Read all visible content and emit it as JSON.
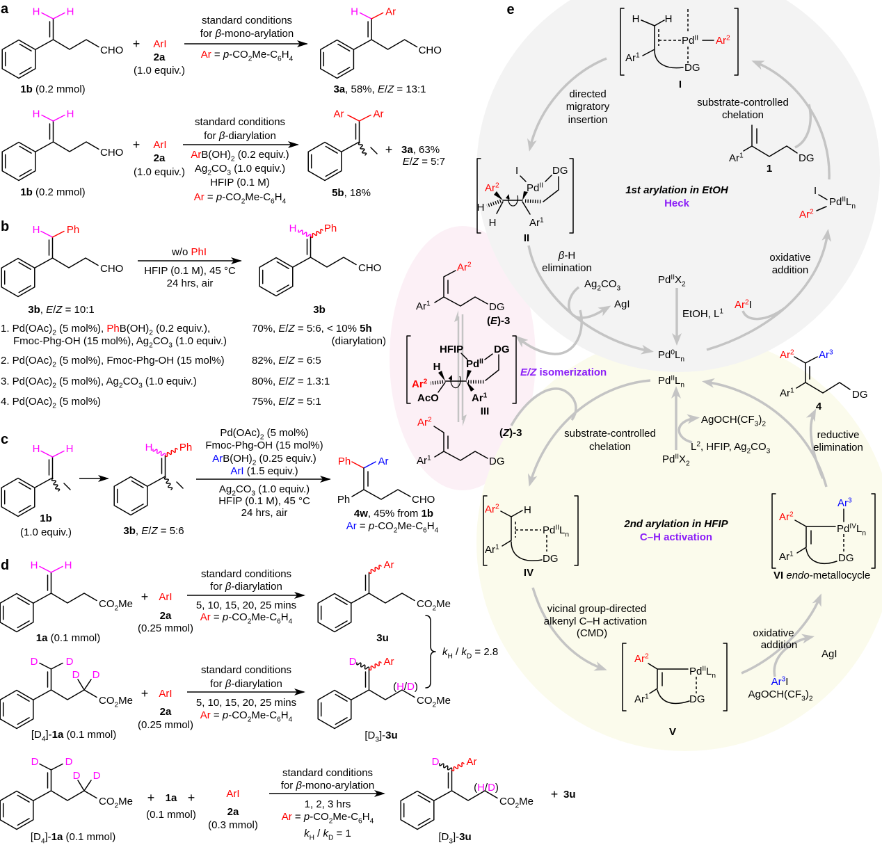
{
  "colors": {
    "red": "#ff0000",
    "blue": "#0000ff",
    "magenta": "#ff00ff",
    "purple": "#8b1ef7",
    "arrow_gray": "#c4c4c4",
    "cycle1_background": "#f3f3f3",
    "cycle2_background": "#fbfbec",
    "isomerization_background": "#fcf0f6"
  },
  "panel_labels": {
    "a": "a",
    "b": "b",
    "c": "c",
    "d": "d",
    "e": "e"
  },
  "panel_a": {
    "row1": {
      "substrate": {
        "h_left": "{m|H}",
        "h_right": "{m|H}",
        "terminal_group": "CHO",
        "label": "{B|1b} (0.2 mmol)"
      },
      "plus": "+",
      "reagent": {
        "formula": "{r|ArI}",
        "id": "{B|2a}",
        "amount": "(1.0 equiv.)"
      },
      "conditions": [
        "standard conditions",
        "for {i|β}-mono-arylation",
        "{r|Ar} = {i|p}-CO_{2}Me-C_{6}H_{4}"
      ],
      "product": {
        "h": "{m|H}",
        "aryl": "{r|Ar}",
        "terminal_group": "CHO",
        "label": "{B|3a}, 58%, {i|E}/{i|Z} = 13:1"
      }
    },
    "row2": {
      "substrate": {
        "h_left": "{m|H}",
        "h_right": "{m|H}",
        "terminal_group": "CHO",
        "label": "{B|1b} (0.2 mmol)"
      },
      "plus": "+",
      "reagent": {
        "formula": "{r|ArI}",
        "id": "{B|2a}",
        "amount": "(1.0 equiv.)"
      },
      "conditions": [
        "standard conditions",
        "for {i|β}-diarylation",
        "{r|Ar}B(OH)_{2} (0.2 equiv.)",
        "Ag_{2}CO_{3} (1.0 equiv.)",
        "HFIP (0.1 M)",
        "{r|Ar} = {i|p}-CO_{2}Me-C_{6}H_{4}"
      ],
      "product": {
        "aryl_left": "{r|Ar}",
        "aryl_right": "{r|Ar}",
        "label": "{B|5b}, 18%"
      },
      "plus_2": "+",
      "side_product": "{B|3a}, 63%",
      "side_product_ratio": "{i|E}/{i|Z} = 5:7"
    }
  },
  "panel_b": {
    "substrate": {
      "h": "{m|H}",
      "phenyl": "{r|Ph}",
      "terminal_group": "CHO",
      "label": "{B|3b}, {i|E}/{i|Z} = 10:1"
    },
    "conditions_above": "w/o {r|PhI}",
    "conditions_below": [
      "HFIP (0.1 M), 45 °C",
      "24 hrs, air"
    ],
    "product": {
      "h": "{m|H}",
      "phenyl": "{r|Ph}",
      "terminal_group": "CHO",
      "label": "{B|3b}"
    },
    "entries": [
      {
        "conditions": [
          "1. Pd(OAc)_{2} (5 mol%), {r|Ph}B(OH)_{2} (0.2 equiv.),",
          "Fmoc-Phg-OH (15 mol%), Ag_{2}CO_{3} (1.0 equiv.)"
        ],
        "result": [
          "70%, {i|E}/{i|Z} = 5:6, < 10% {B|5h}",
          "(diarylation)"
        ]
      },
      {
        "conditions": [
          "2. Pd(OAc)_{2} (5 mol%), Fmoc-Phg-OH (15 mol%)"
        ],
        "result": [
          "82%, {i|E}/{i|Z} = 6:5"
        ]
      },
      {
        "conditions": [
          "3. Pd(OAc)_{2} (5 mol%), Ag_{2}CO_{3} (1.0 equiv.)"
        ],
        "result": [
          "80%, {i|E}/{i|Z} = 1.3:1"
        ]
      },
      {
        "conditions": [
          "4. Pd(OAc)_{2} (5 mol%)"
        ],
        "result": [
          "75%, {i|E}/{i|Z} = 5:1"
        ]
      }
    ]
  },
  "panel_c": {
    "start": {
      "h_left": "{m|H}",
      "h_right": "{m|H}",
      "id": "{B|1b}",
      "amount": "(1.0 equiv.)"
    },
    "intermediate": {
      "h": "{m|H}",
      "phenyl": "{r|Ph}",
      "label": "{B|3b}, {i|E}/{i|Z} = 5:6"
    },
    "conditions_above": [
      "Pd(OAc)_{2} (5 mol%)",
      "Fmoc-Phg-OH (15 mol%)",
      "{b|Ar}B(OH)_{2} (0.25 equiv.)",
      "{b|ArI} (1.5 equiv.)"
    ],
    "conditions_below": [
      "Ag_{2}CO_{3} (1.0 equiv.)",
      "HFIP (0.1 M), 45 °C",
      "24 hrs, air"
    ],
    "product": {
      "phenyl_top": "{r|Ph}",
      "aryl": "{b|Ar}",
      "phenyl_bottom": "Ph",
      "terminal_group": "CHO",
      "label": "{B|4w}, 45% from {B|1b}",
      "aryl_definition": "{b|Ar} = {i|p}-CO_{2}Me-C_{6}H_{4}"
    }
  },
  "panel_d": {
    "row1": {
      "substrate": {
        "h_left": "{m|H}",
        "h_right": "{m|H}",
        "terminal_group": "CO_{2}Me",
        "label": "{B|1a} (0.1 mmol)"
      },
      "plus": "+",
      "reagent": {
        "formula": "{r|ArI}",
        "id": "{B|2a}",
        "amount": "(0.25 mmol)"
      },
      "conditions": [
        "standard conditions",
        "for {i|β}-diarylation",
        "5, 10, 15, 20, 25 mins",
        "{r|Ar} = {i|p}-CO_{2}Me-C_{6}H_{4}"
      ],
      "product": {
        "aryl": "{r|Ar}",
        "terminal_group": "CO_{2}Me",
        "label": "{B|3u}"
      }
    },
    "row2": {
      "substrate": {
        "d_left": "{m|D}",
        "d_right": "{m|D}",
        "d_chain_left": "{m|D}",
        "d_chain_right": "{m|D}",
        "terminal_group": "CO_{2}Me",
        "label": "[D_{4}]-{B|1a} (0.1 mmol)"
      },
      "plus": "+",
      "reagent": {
        "formula": "{r|ArI}",
        "id": "{B|2a}",
        "amount": "(0.25 mmol)"
      },
      "conditions": [
        "standard conditions",
        "for {i|β}-diarylation",
        "5, 10, 15, 20, 25 mins",
        "{r|Ar} = {i|p}-CO_{2}Me-C_{6}H_{4}"
      ],
      "product": {
        "d": "{m|D}",
        "aryl": "{r|Ar}",
        "chain_label": "({m|H}/{m|D})",
        "terminal_group": "CO_{2}Me",
        "label": "[D_{3}]-{B|3u}"
      }
    },
    "kie_parallel": "{i|k}_{H} / {i|k}_{D} = 2.8",
    "row3": {
      "substrate": {
        "d_left": "{m|D}",
        "d_right": "{m|D}",
        "d_chain_left": "{m|D}",
        "d_chain_right": "{m|D}",
        "terminal_group": "CO_{2}Me",
        "label": "[D_{4}]-{B|1a} (0.1 mmol)"
      },
      "plus_1": "+",
      "co_substrate": {
        "id": "{B|1a}",
        "amount": "(0.1 mmol)"
      },
      "plus_2": "+",
      "reagent": {
        "formula": "{r|ArI}",
        "id": "{B|2a}",
        "amount": "(0.3 mmol)"
      },
      "conditions": [
        "standard conditions",
        "for {i|β}-mono-arylation",
        "1, 2, 3 hrs",
        "{r|Ar} = {i|p}-CO_{2}Me-C_{6}H_{4}",
        "{i|k}_{H} / {i|k}_{D} = 1"
      ],
      "product": {
        "d": "{m|D}",
        "aryl": "{r|Ar}",
        "chain_label": "({m|H}/{m|D})",
        "terminal_group": "CO_{2}Me",
        "label": "[D_{3}]-{B|3u}"
      },
      "plus_3": "+",
      "co_product": "{B|3u}"
    }
  },
  "panel_e": {
    "cycle_1": {
      "title": "{Bi|1st arylation in EtOH}",
      "subtitle": "{pB|Heck}"
    },
    "cycle_2": {
      "title": "{Bi|2nd arylation in HFIP}",
      "subtitle": "{pB|C–H activation}"
    },
    "isomerization": "{pBi|E/Z}{pB| isomerization}",
    "intermediate_I": {
      "h_left": "H",
      "h_right": "H",
      "metal": "Pd^{II}",
      "aryl_2": "{r|Ar^{2}}",
      "aryl_1": "Ar^{1}",
      "directing_group": "DG",
      "label": "{B|I}"
    },
    "intermediate_II": {
      "iodide": "I",
      "metal": "Pd^{II}",
      "directing_group": "DG",
      "aryl_2": "{r|Ar^{2}}",
      "h_hashed": "H",
      "h_lower": "H",
      "aryl_1": "Ar^{1}",
      "label": "{B|II}"
    },
    "intermediate_III": {
      "solvent_ligand": "{B|HFIP}",
      "metal": "{B|Pd^{II}}",
      "directing_group": "{B|DG}",
      "h": "{B|H}",
      "aryl_2": "{Br|Ar^{2}}",
      "acetate": "{B|AcO}",
      "aryl_1": "{B|Ar^{1}}",
      "label": "{B|III}"
    },
    "intermediate_IV": {
      "aryl_2": "{r|Ar^{2}}",
      "h": "H",
      "metal": "Pd^{II}L_{n}",
      "aryl_1": "Ar^{1}",
      "directing_group": "DG",
      "label": "{B|IV}"
    },
    "intermediate_V": {
      "aryl_2": "{r|Ar^{2}}",
      "metal": "Pd^{II}L_{n}",
      "aryl_1": "Ar^{1}",
      "directing_group": "DG",
      "label": "{B|V}"
    },
    "intermediate_VI": {
      "aryl_3": "{b|Ar^{3}}",
      "aryl_2": "{r|Ar^{2}}",
      "metal": "Pd^{IV}L_{n}",
      "aryl_1": "Ar^{1}",
      "directing_group": "DG",
      "label": "{B|VI} {i|endo}-metallocycle"
    },
    "aryl_pd_complex": {
      "iodide": "I",
      "metal": "Pd^{II}L_{n}",
      "aryl_2": "{r|Ar^{2}}"
    },
    "substrate_1": {
      "aryl_1": "Ar^{1}",
      "directing_group": "DG",
      "label": "{B|1}"
    },
    "product_E3": {
      "aryl_2": "{r|Ar^{2}}",
      "aryl_1": "Ar^{1}",
      "directing_group": "DG",
      "label": "{B|(}{Bi|E}{B|)-3}"
    },
    "product_Z3": {
      "aryl_2": "{r|Ar^{2}}",
      "aryl_1": "Ar^{1}",
      "directing_group": "DG",
      "label": "{B|(}{Bi|Z}{B|)-3}"
    },
    "product_4": {
      "aryl_2": "{r|Ar^{2}}",
      "aryl_3": "{b|Ar^{3}}",
      "aryl_1": "Ar^{1}",
      "directing_group": "DG",
      "label": "{B|4}"
    },
    "species": {
      "pd0": "Pd^{0}L_{n}",
      "pd2_cycle2": "Pd^{II}L_{n}",
      "precatalyst_1": "Pd^{II}X_{2}",
      "precatalyst_2": "Pd^{II}X_{2}"
    },
    "reagents": {
      "activation_1": "EtOH, L^{1}",
      "aryl_iodide_1": "{r|Ar^{2}}I",
      "silver_carbonate": "Ag_{2}CO_{3}",
      "silver_iodide_1": "AgI",
      "activation_2": "L^{2}, HFIP, Ag_{2}CO_{3}",
      "silver_alkoxide_1": "AgOCH(CF_{3})_{2}",
      "aryl_iodide_2": "{b|Ar^{3}}I",
      "silver_alkoxide_2": "AgOCH(CF_{3})_{2}",
      "silver_iodide_2": "AgI"
    },
    "steps": {
      "migratory_insertion": [
        "directed",
        "migratory",
        "insertion"
      ],
      "chelation_1": [
        "substrate-controlled",
        "chelation"
      ],
      "beta_h_elimination": [
        "{i|β}-H",
        "elimination"
      ],
      "oxidative_addition_1": [
        "oxidative",
        "addition"
      ],
      "chelation_2": [
        "substrate-controlled",
        "chelation"
      ],
      "c_h_activation": [
        "vicinal group-directed",
        "alkenyl C–H activation",
        "(CMD)"
      ],
      "oxidative_addition_2": [
        "oxidative",
        "addition"
      ],
      "reductive_elimination": [
        "reductive",
        "elimination"
      ]
    }
  }
}
